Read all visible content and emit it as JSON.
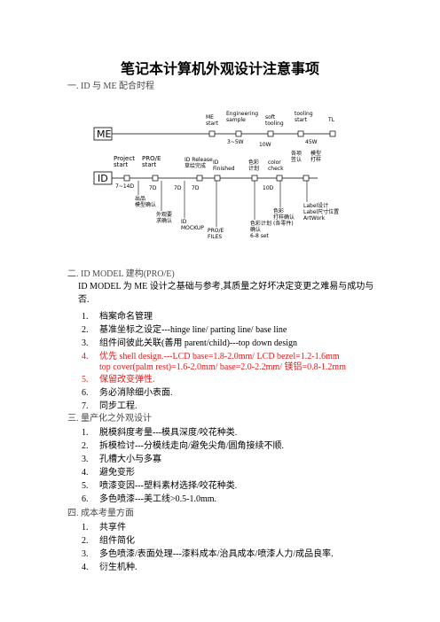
{
  "title": "笔记本计算机外观设计注意事项",
  "sec1": "一. ID 与 ME 配合时程",
  "diagram": {
    "me_box": "ME",
    "id_box": "ID",
    "me_start": "ME\nstart",
    "engineering": "Engineering\nsample",
    "soft_tooling": "soft\ntooling",
    "tooling_start": "tooling\nstart",
    "tl": "TL",
    "d35w": "3~5W",
    "d10w": "10W",
    "d45w": "45W",
    "project_start": "Project\nstart",
    "proe_start": "PRO/E\nstart",
    "id_release": "ID Release\n草绘完成",
    "id_finished": "ID\nFinished",
    "color_check": "color\ncheck",
    "color_spec": "色彩\n计划",
    "approve": "各项\n签认",
    "plan": "模型\n打样",
    "d714": "7~14D",
    "d7a": "7D",
    "d7b": "7D",
    "d7c": "7D",
    "d10d": "10D",
    "material": "出品\n模型确认",
    "appearance": "外观要\n求确认",
    "mockup": "ID\nMOCKUP",
    "proe_files": "PRO/E\nFILES",
    "color_confirm": "色彩计划\n确认\n6-8 set",
    "mock_check": "色彩\n打样确认\n(各零件)",
    "label": "Label设计\nLabel尺寸位置\nArtWork"
  },
  "sec2": "二. ID MODEL 建构(PRO/E)",
  "sec2_para": "ID MODEL 为 ME 设计之基础与参考,其质量之好坏决定变更之难易与成功与否.",
  "sec2_items": [
    {
      "n": "1.",
      "text": "档案命名管理"
    },
    {
      "n": "2.",
      "text": "基准坐标之设定---hinge line/ parting line/ base line"
    },
    {
      "n": "3.",
      "text": "组件间彼此关联(善用 parent/child)---top down design"
    },
    {
      "n": "4.",
      "text": "优先 shell design.---LCD base=1.8-2.0mm/ LCD bezel=1.2-1.6mm"
    },
    {
      "n": "",
      "text": "top cover(palm rest)=1.6-2.0mm/ base=2.0-2.2mm/ 镁铝=0.8-1.2mm"
    },
    {
      "n": "5.",
      "text": "保留改变弹性."
    },
    {
      "n": "6.",
      "text": "务必消除细小表面."
    },
    {
      "n": "7.",
      "text": "同步工程."
    }
  ],
  "sec3": "三. 量产化之外观设计",
  "sec3_items": [
    {
      "n": "1.",
      "text": "脱模斜度考量---模具深度/咬花种类."
    },
    {
      "n": "2.",
      "text": "拆模检讨---分模线走向/避免尖角/圆角接续不顺."
    },
    {
      "n": "3.",
      "text": "孔槽大小与多寡"
    },
    {
      "n": "4.",
      "text": "避免变形"
    },
    {
      "n": "5.",
      "text": "喷漆变因---塑料素材选择/咬花种类."
    },
    {
      "n": "6.",
      "text": "多色喷漆---美工线>0.5-1.0mm."
    }
  ],
  "sec4": "四. 成本考量方面",
  "sec4_items": [
    {
      "n": "1.",
      "text": "共享件"
    },
    {
      "n": "2.",
      "text": "组件简化"
    },
    {
      "n": "3.",
      "text": "多色喷漆/表面处理---漆料成本/治具成本/喷漆人力/成品良率."
    },
    {
      "n": "4.",
      "text": "衍生机种."
    }
  ]
}
